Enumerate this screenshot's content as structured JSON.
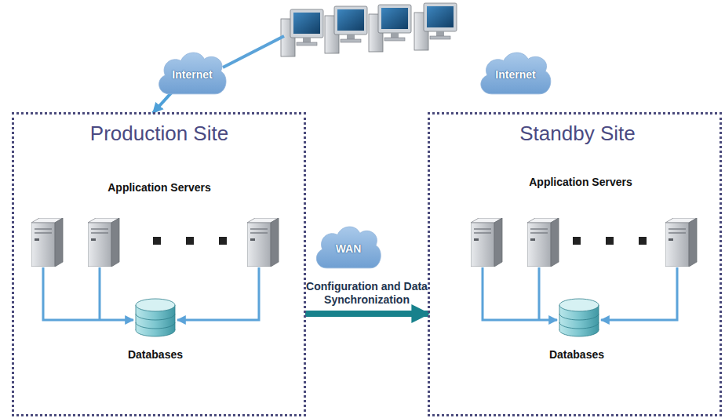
{
  "diagram": {
    "nodes": [
      {
        "text": [
          "Internet"
        ]
      },
      {
        "text": [
          "Internet"
        ]
      },
      {
        "text": [
          "Production Site",
          "Application Servers",
          "Databases"
        ]
      },
      {
        "text": [
          "WAN"
        ]
      },
      {
        "text": [
          "Standby Site",
          "Application Servers",
          "Databases"
        ]
      }
    ],
    "edges": [
      {
        "from": 0,
        "to": 2,
        "arrow": "to"
      },
      {
        "from": 2,
        "to": 4,
        "label": "Configuration and Data Synchronization",
        "arrow": "to"
      }
    ]
  }
}
